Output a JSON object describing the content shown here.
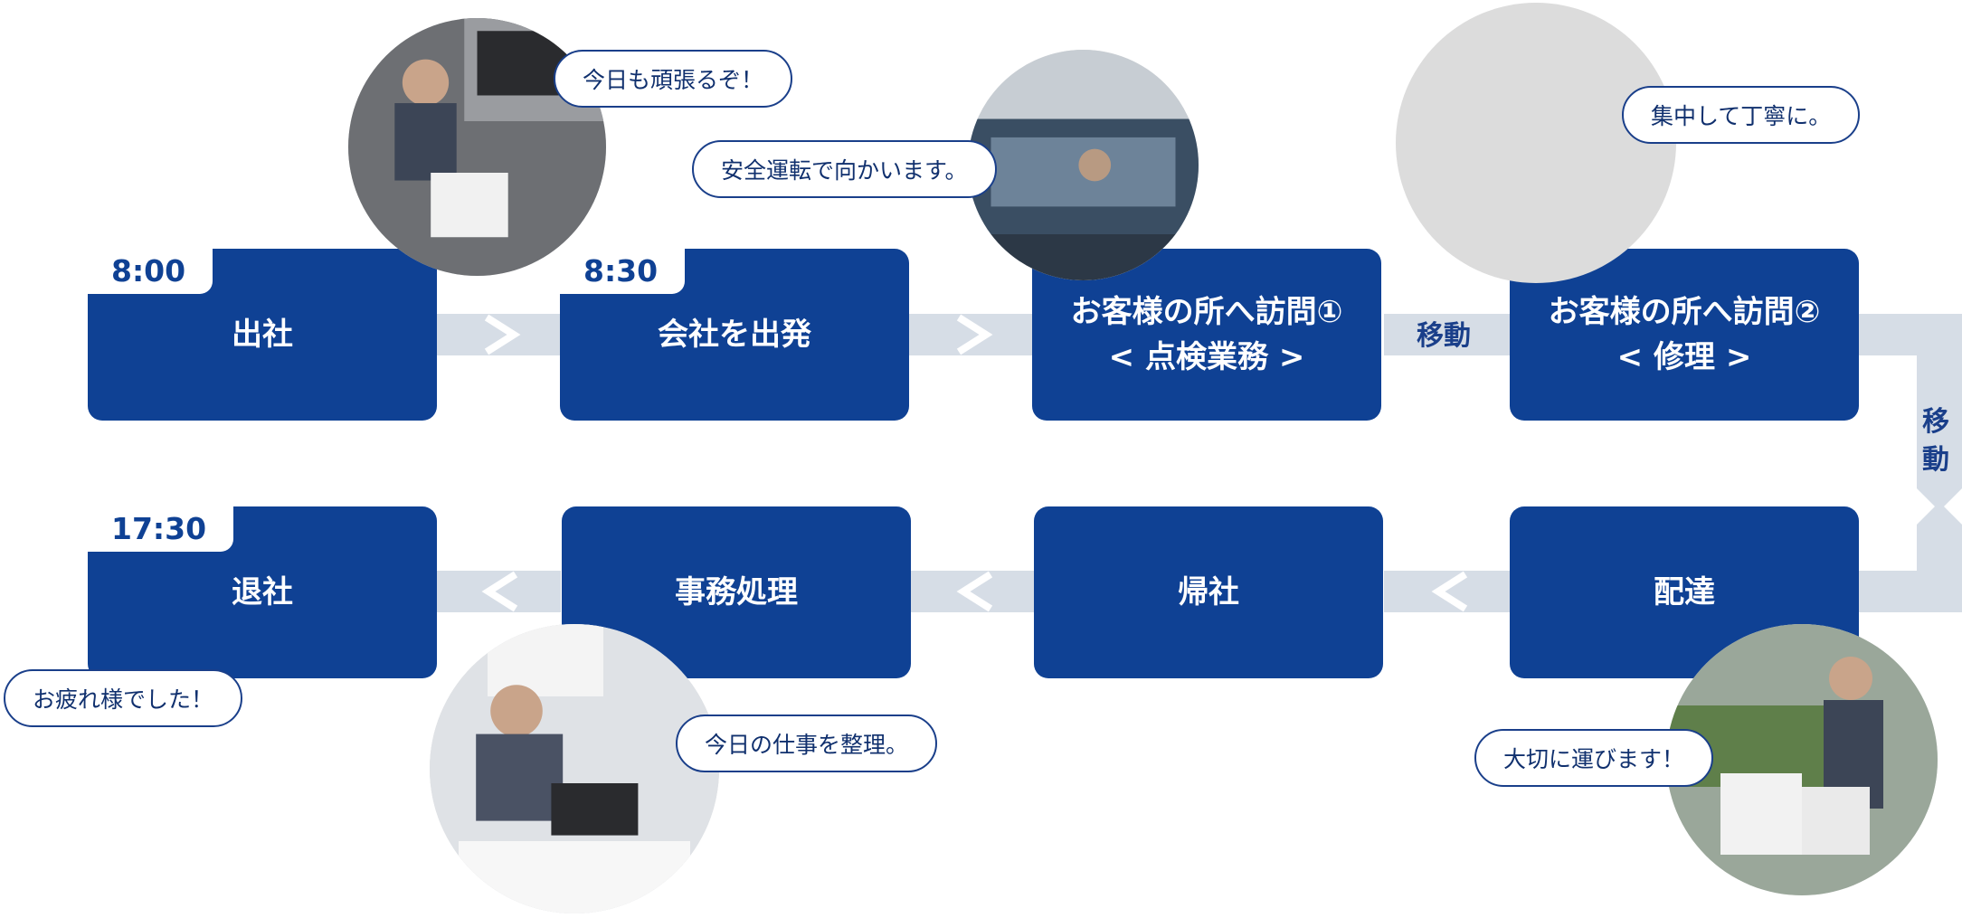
{
  "colors": {
    "box": "#0f4194",
    "connector": "#d6dde6",
    "outline": "#1a3f8a"
  },
  "steps": [
    {
      "time": "8:00",
      "line1": "出社",
      "line2": ""
    },
    {
      "time": "8:30",
      "line1": "会社を出発",
      "line2": ""
    },
    {
      "time": "",
      "line1": "お客様の所へ訪問①",
      "line2": "< 点検業務 >"
    },
    {
      "time": "",
      "line1": "お客様の所へ訪問②",
      "line2": "< 修理 >"
    },
    {
      "time": "",
      "line1": "配達",
      "line2": ""
    },
    {
      "time": "",
      "line1": "帰社",
      "line2": ""
    },
    {
      "time": "",
      "line1": "事務処理",
      "line2": ""
    },
    {
      "time": "17:30",
      "line1": "退社",
      "line2": ""
    }
  ],
  "moves": {
    "top": "移動",
    "right_1": "移",
    "right_2": "動"
  },
  "bubbles": {
    "b1": "今日も頑張るぞ！",
    "b2": "安全運転で向かいます。",
    "b3": "集中して丁寧に。",
    "b4": "大切に運びます！",
    "b5": "今日の仕事を整理。",
    "b6": "お疲れ様でした！"
  }
}
